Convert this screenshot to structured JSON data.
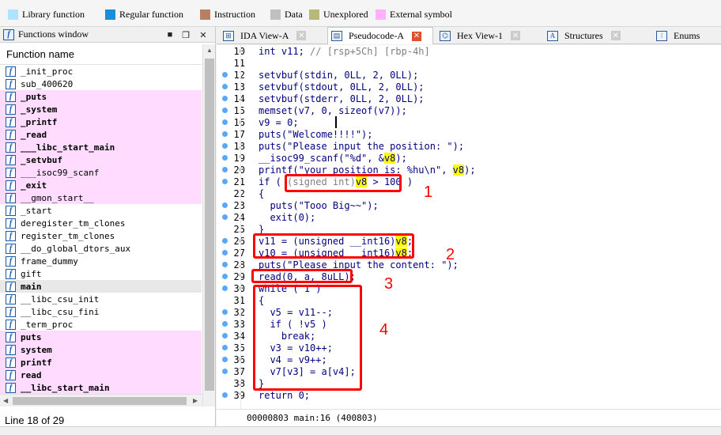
{
  "legend": [
    {
      "label": "Library function",
      "color": "#aee4ff"
    },
    {
      "label": "Regular function",
      "color": "#1a8fd8"
    },
    {
      "label": "Instruction",
      "color": "#b88060"
    },
    {
      "label": "Data",
      "color": "#c0c0c0"
    },
    {
      "label": "Unexplored",
      "color": "#b8b878"
    },
    {
      "label": "External symbol",
      "color": "#ffb0ff"
    }
  ],
  "functions_window": {
    "title": "Functions window",
    "column_header": "Function name",
    "items": [
      {
        "name": "_init_proc",
        "style": ""
      },
      {
        "name": "sub_400620",
        "style": ""
      },
      {
        "name": "_puts",
        "style": "pink bold"
      },
      {
        "name": "_system",
        "style": "pink bold"
      },
      {
        "name": "_printf",
        "style": "pink bold"
      },
      {
        "name": "_read",
        "style": "pink bold"
      },
      {
        "name": "___libc_start_main",
        "style": "pink bold"
      },
      {
        "name": "_setvbuf",
        "style": "pink bold"
      },
      {
        "name": "___isoc99_scanf",
        "style": "pink"
      },
      {
        "name": "_exit",
        "style": "pink bold"
      },
      {
        "name": "__gmon_start__",
        "style": "pink"
      },
      {
        "name": "_start",
        "style": ""
      },
      {
        "name": "deregister_tm_clones",
        "style": ""
      },
      {
        "name": "register_tm_clones",
        "style": ""
      },
      {
        "name": "__do_global_dtors_aux",
        "style": ""
      },
      {
        "name": "frame_dummy",
        "style": ""
      },
      {
        "name": "gift",
        "style": ""
      },
      {
        "name": "main",
        "style": "sel bold"
      },
      {
        "name": "__libc_csu_init",
        "style": ""
      },
      {
        "name": "__libc_csu_fini",
        "style": ""
      },
      {
        "name": "_term_proc",
        "style": ""
      },
      {
        "name": "puts",
        "style": "pink bold"
      },
      {
        "name": "system",
        "style": "pink bold"
      },
      {
        "name": "printf",
        "style": "pink bold"
      },
      {
        "name": "read",
        "style": "pink bold"
      },
      {
        "name": "__libc_start_main",
        "style": "pink bold"
      }
    ],
    "status": "Line 18 of 29"
  },
  "tabs": [
    {
      "label": "IDA View-A",
      "icon": "ida-view-icon",
      "close": "gray"
    },
    {
      "label": "Pseudocode-A",
      "icon": "pseudocode-icon",
      "close": "red",
      "active": true
    },
    {
      "label": "Hex View-1",
      "icon": "hex-view-icon",
      "close": "gray"
    },
    {
      "label": "Structures",
      "icon": "structures-icon",
      "close": "gray"
    },
    {
      "label": "Enums",
      "icon": "enums-icon",
      "close": "none"
    }
  ],
  "code_lines": [
    {
      "n": "10",
      "dot": false,
      "html": "int v11; <span class=\"g\">// [rsp+5Ch] [rbp-4h]</span>"
    },
    {
      "n": "11",
      "dot": false,
      "html": ""
    },
    {
      "n": "12",
      "dot": true,
      "html": "setvbuf(stdin, 0LL, 2, 0LL);"
    },
    {
      "n": "13",
      "dot": true,
      "html": "setvbuf(stdout, 0LL, 2, 0LL);"
    },
    {
      "n": "14",
      "dot": true,
      "html": "setvbuf(stderr, 0LL, 2, 0LL);"
    },
    {
      "n": "15",
      "dot": true,
      "html": "memset(v7, 0, sizeof(v7));"
    },
    {
      "n": "16",
      "dot": true,
      "html": "v9 = 0;"
    },
    {
      "n": "17",
      "dot": true,
      "html": "puts(\"Welcome!!!!\");"
    },
    {
      "n": "18",
      "dot": true,
      "html": "puts(\"Please input the position: \");"
    },
    {
      "n": "19",
      "dot": true,
      "html": "__isoc99_scanf(\"%d\", &amp;<span class=\"hl\">v8</span>);"
    },
    {
      "n": "20",
      "dot": true,
      "html": "printf(\"your position is: %hu\\n\", <span class=\"hl\">v8</span>);"
    },
    {
      "n": "21",
      "dot": true,
      "html": "if ( <span class=\"g\">(signed int)</span><span class=\"hl\">v8</span> &gt; 100 )"
    },
    {
      "n": "22",
      "dot": false,
      "html": "{"
    },
    {
      "n": "23",
      "dot": true,
      "html": "  puts(\"Tooo Big~~\");"
    },
    {
      "n": "24",
      "dot": true,
      "html": "  exit(0);"
    },
    {
      "n": "25",
      "dot": false,
      "html": "}"
    },
    {
      "n": "26",
      "dot": true,
      "html": "v11 = (unsigned __int16)<span class=\"hl\">v8</span>;"
    },
    {
      "n": "27",
      "dot": true,
      "html": "v10 = (unsigned __int16)<span class=\"hl\">v8</span>;"
    },
    {
      "n": "28",
      "dot": true,
      "html": "puts(\"Please input the content: \");"
    },
    {
      "n": "29",
      "dot": true,
      "html": "read(0, a, 8uLL);"
    },
    {
      "n": "30",
      "dot": true,
      "html": "while ( 1 )"
    },
    {
      "n": "31",
      "dot": false,
      "html": "{"
    },
    {
      "n": "32",
      "dot": true,
      "html": "  v5 = v11--;"
    },
    {
      "n": "33",
      "dot": true,
      "html": "  if ( !v5 )"
    },
    {
      "n": "34",
      "dot": true,
      "html": "    break;"
    },
    {
      "n": "35",
      "dot": true,
      "html": "  v3 = v10++;"
    },
    {
      "n": "36",
      "dot": true,
      "html": "  v4 = v9++;"
    },
    {
      "n": "37",
      "dot": true,
      "html": "  v7[v3] = a[v4];"
    },
    {
      "n": "38",
      "dot": false,
      "html": "}"
    },
    {
      "n": "39",
      "dot": true,
      "html": "return 0;"
    }
  ],
  "annotations": [
    "1",
    "2",
    "3",
    "4"
  ],
  "status_bar": "00000803 main:16 (400803)"
}
